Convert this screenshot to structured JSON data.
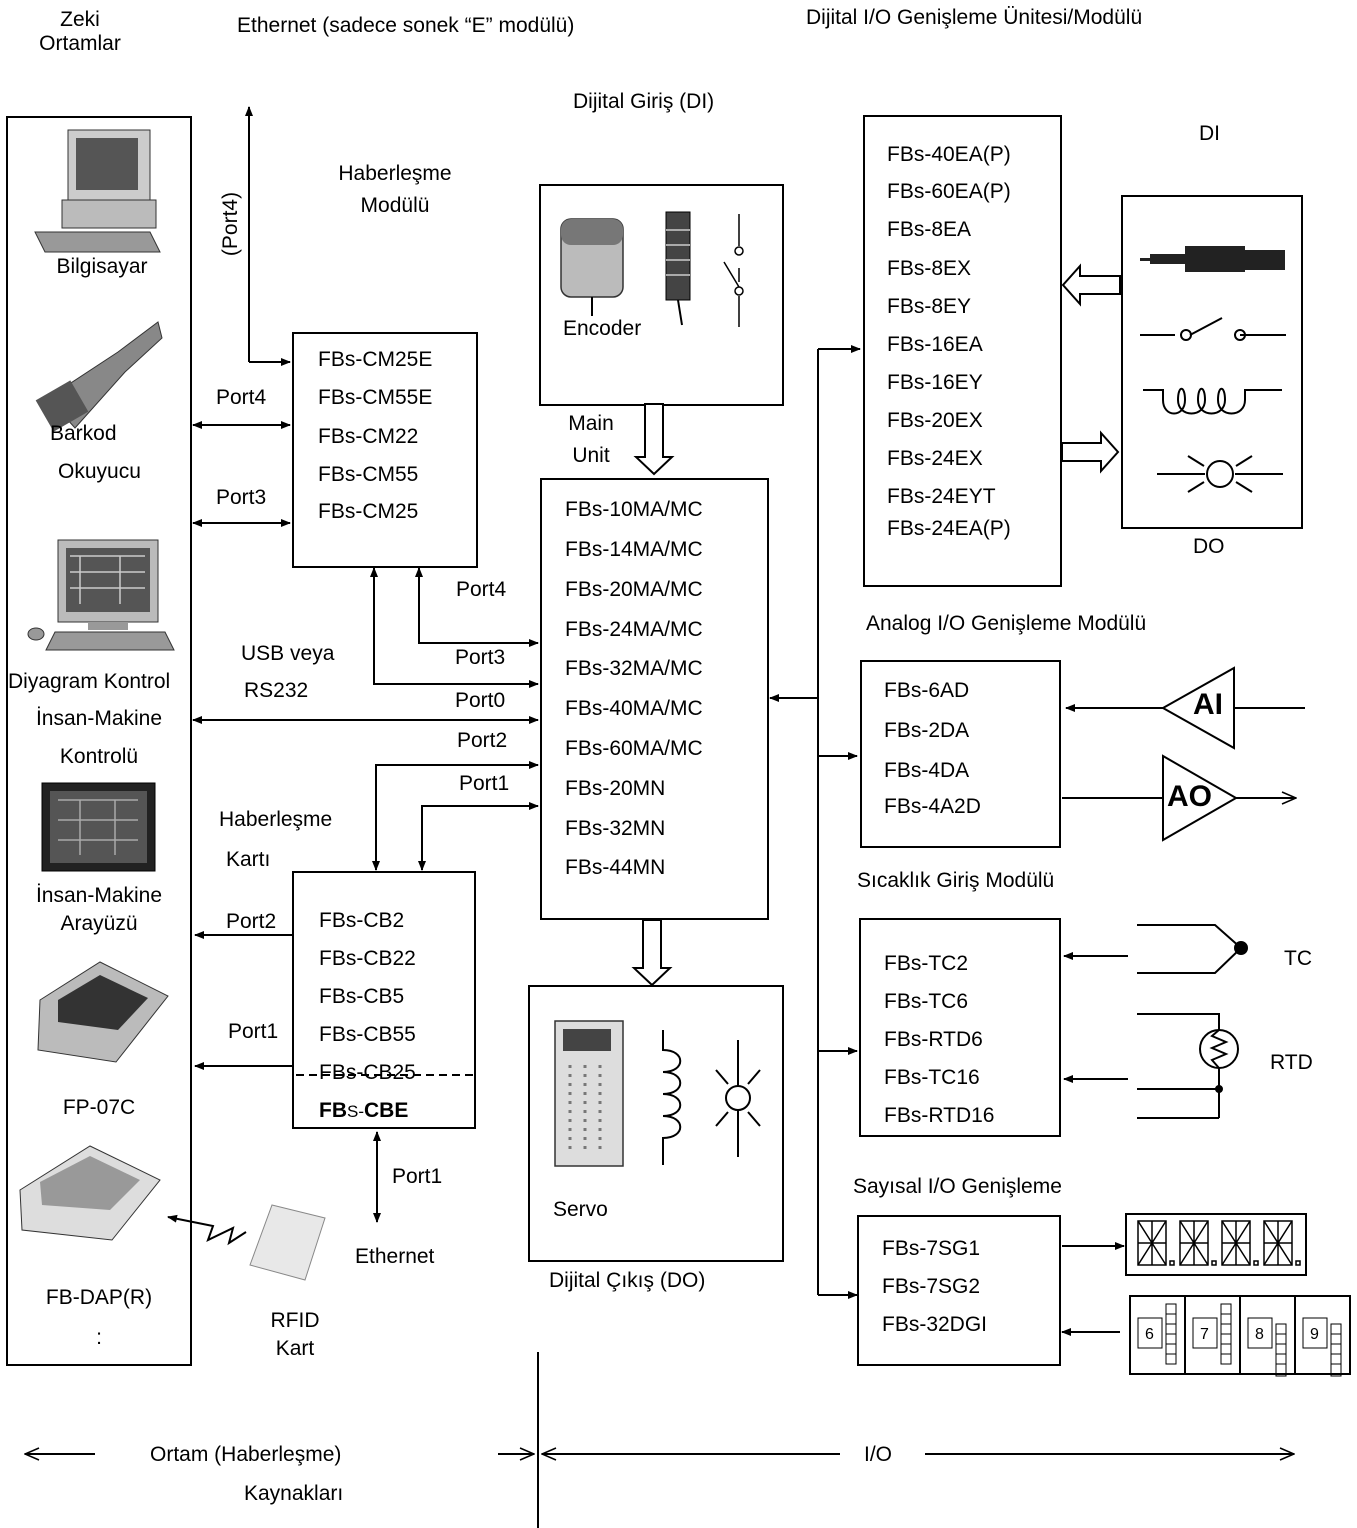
{
  "header": {
    "smart_env": [
      "Zeki",
      "Ortamlar"
    ],
    "ethernet_title": "Ethernet (sadece sonek “E” modülü)",
    "dio_exp_title": "Dijital I/O Genişleme Ünitesi/Modülü",
    "di_title": "Dijital Giriş (DI)",
    "comm_module_title": [
      "Haberleşme",
      "Modülü"
    ],
    "port4_vertical": "(Port4)"
  },
  "left_devices": {
    "computer": "Bilgisayar",
    "barcode": [
      "Barkod",
      "Okuyucu"
    ],
    "ladder": "Diyagram Kontrol",
    "hmi_control": [
      "İnsan-Makine",
      "Kontrolü"
    ],
    "hmi_interface": [
      "İnsan-Makine",
      "Arayüzü"
    ],
    "fp07c": "FP-07C",
    "fbdap": "FB-DAP(R)",
    "colon": ":"
  },
  "comm_module": {
    "items": [
      "FBs-CM25E",
      "FBs-CM55E",
      "FBs-CM22",
      "FBs-CM55",
      "FBs-CM25"
    ]
  },
  "comm_card": {
    "title": [
      "Haberleşme",
      "Kartı"
    ],
    "items": [
      "FBs-CB2",
      "FBs-CB22",
      "FBs-CB5",
      "FBs-CB55",
      "FBs-CB25"
    ],
    "cbe_prefix": "FB",
    "cbe_mid": "S-",
    "cbe_suffix": "CBE"
  },
  "ports": {
    "port4_left": "Port4",
    "port3_left": "Port3",
    "port4_main": "Port4",
    "port3_main": "Port3",
    "port0_main": "Port0",
    "port2_main": "Port2",
    "port1_main": "Port1",
    "usb": [
      "USB veya",
      "RS232"
    ],
    "port2_card": "Port2",
    "port1_card": "Port1",
    "port1_eth": "Port1",
    "ethernet": "Ethernet"
  },
  "rfid": [
    "RFID",
    "Kart"
  ],
  "encoder": {
    "label": "Encoder",
    "main_unit": [
      "Main",
      "Unit"
    ]
  },
  "main_unit": {
    "items": [
      "FBs-10MA/MC",
      "FBs-14MA/MC",
      "FBs-20MA/MC",
      "FBs-24MA/MC",
      "FBs-32MA/MC",
      "FBs-40MA/MC",
      "FBs-60MA/MC",
      "FBs-20MN",
      "FBs-32MN",
      "FBs-44MN"
    ]
  },
  "servo": {
    "label": "Servo",
    "do_title": "Dijital Çıkış (DO)"
  },
  "dio_exp": {
    "items": [
      "FBs-40EA(P)",
      "FBs-60EA(P)",
      "FBs-8EA",
      "FBs-8EX",
      "FBs-8EY",
      "FBs-16EA",
      "FBs-16EY",
      "FBs-20EX",
      "FBs-24EX",
      "FBs-24EYT",
      "FBs-24EA(P)"
    ]
  },
  "dio_side": {
    "di": "DI",
    "do": "DO"
  },
  "analog": {
    "title": "Analog I/O Genişleme Modülü",
    "items": [
      "FBs-6AD",
      "FBs-2DA",
      "FBs-4DA",
      "FBs-4A2D"
    ],
    "ai": "AI",
    "ao": "AO"
  },
  "temp": {
    "title": "Sıcaklık Giriş Modülü",
    "items": [
      "FBs-TC2",
      "FBs-TC6",
      "FBs-RTD6",
      "FBs-TC16",
      "FBs-RTD16"
    ],
    "tc": "TC",
    "rtd": "RTD"
  },
  "numeric": {
    "title": "Sayısal I/O Genişleme",
    "items": [
      "FBs-7SG1",
      "FBs-7SG2",
      "FBs-32DGI"
    ],
    "digits": [
      "6",
      "7",
      "8",
      "9"
    ]
  },
  "footer": {
    "resources": [
      "Ortam (Haberleşme)",
      "Kaynakları"
    ],
    "io": "I/O"
  }
}
